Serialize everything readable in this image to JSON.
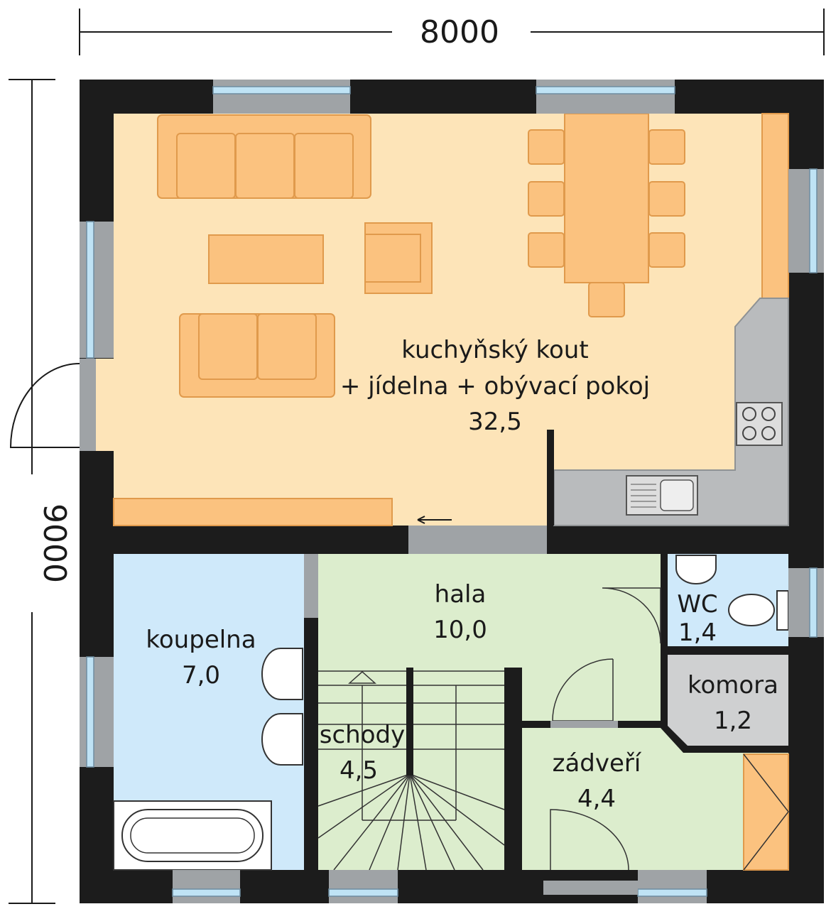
{
  "dimensions": {
    "width": "8000",
    "height": "9000"
  },
  "rooms": {
    "living": {
      "line1": "kuchyňský kout",
      "line2": "+ jídelna + obývací pokoj",
      "area": "32,5"
    },
    "hall": {
      "name": "hala",
      "area": "10,0"
    },
    "bathroom": {
      "name": "koupelna",
      "area": "7,0"
    },
    "wc": {
      "name": "WC",
      "area": "1,4"
    },
    "storage": {
      "name": "komora",
      "area": "1,2"
    },
    "stairs": {
      "name": "schody",
      "area": "4,5"
    },
    "vestibule": {
      "name": "zádveří",
      "area": "4,4"
    }
  },
  "colors": {
    "wall": "#1c1c1c",
    "living": "#fde4b8",
    "bath": "#cfe9fa",
    "hall": "#dcedcd",
    "storage": "#cfd0d1",
    "counter": "#b9bbbd",
    "furniture": "#fbc27f"
  }
}
